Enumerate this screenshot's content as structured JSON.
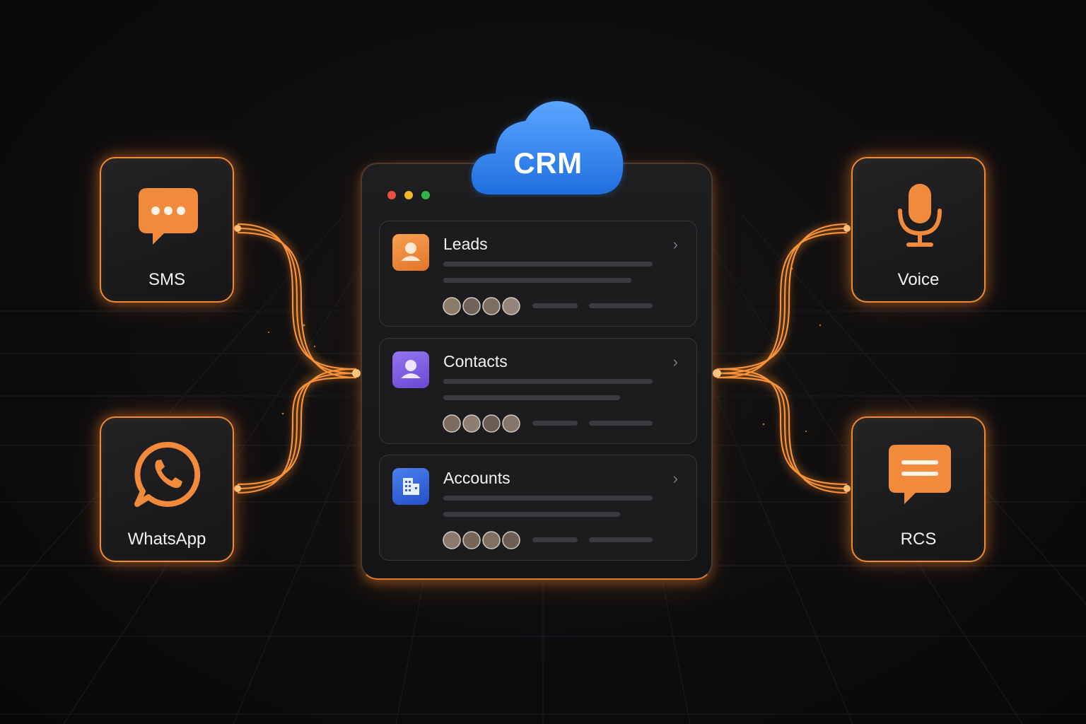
{
  "cloud": {
    "label": "CRM"
  },
  "panel": {
    "window_dots": [
      "#ef4f43",
      "#f2b52c",
      "#33b54a"
    ],
    "cards": [
      {
        "title": "Leads",
        "icon": "person-icon",
        "icon_color": "#f08a3a"
      },
      {
        "title": "Contacts",
        "icon": "person-icon",
        "icon_color": "#7b5be0"
      },
      {
        "title": "Accounts",
        "icon": "building-icon",
        "icon_color": "#2f62d8"
      }
    ]
  },
  "channels": {
    "sms": {
      "label": "SMS",
      "icon": "chat-bubble-dots-icon"
    },
    "whatsapp": {
      "label": "WhatsApp",
      "icon": "whatsapp-icon"
    },
    "voice": {
      "label": "Voice",
      "icon": "microphone-icon"
    },
    "rcs": {
      "label": "RCS",
      "icon": "message-lines-icon"
    }
  },
  "colors": {
    "accent": "#f08a35",
    "cloud": "#2d7fe6",
    "background": "#0d0d0f"
  }
}
